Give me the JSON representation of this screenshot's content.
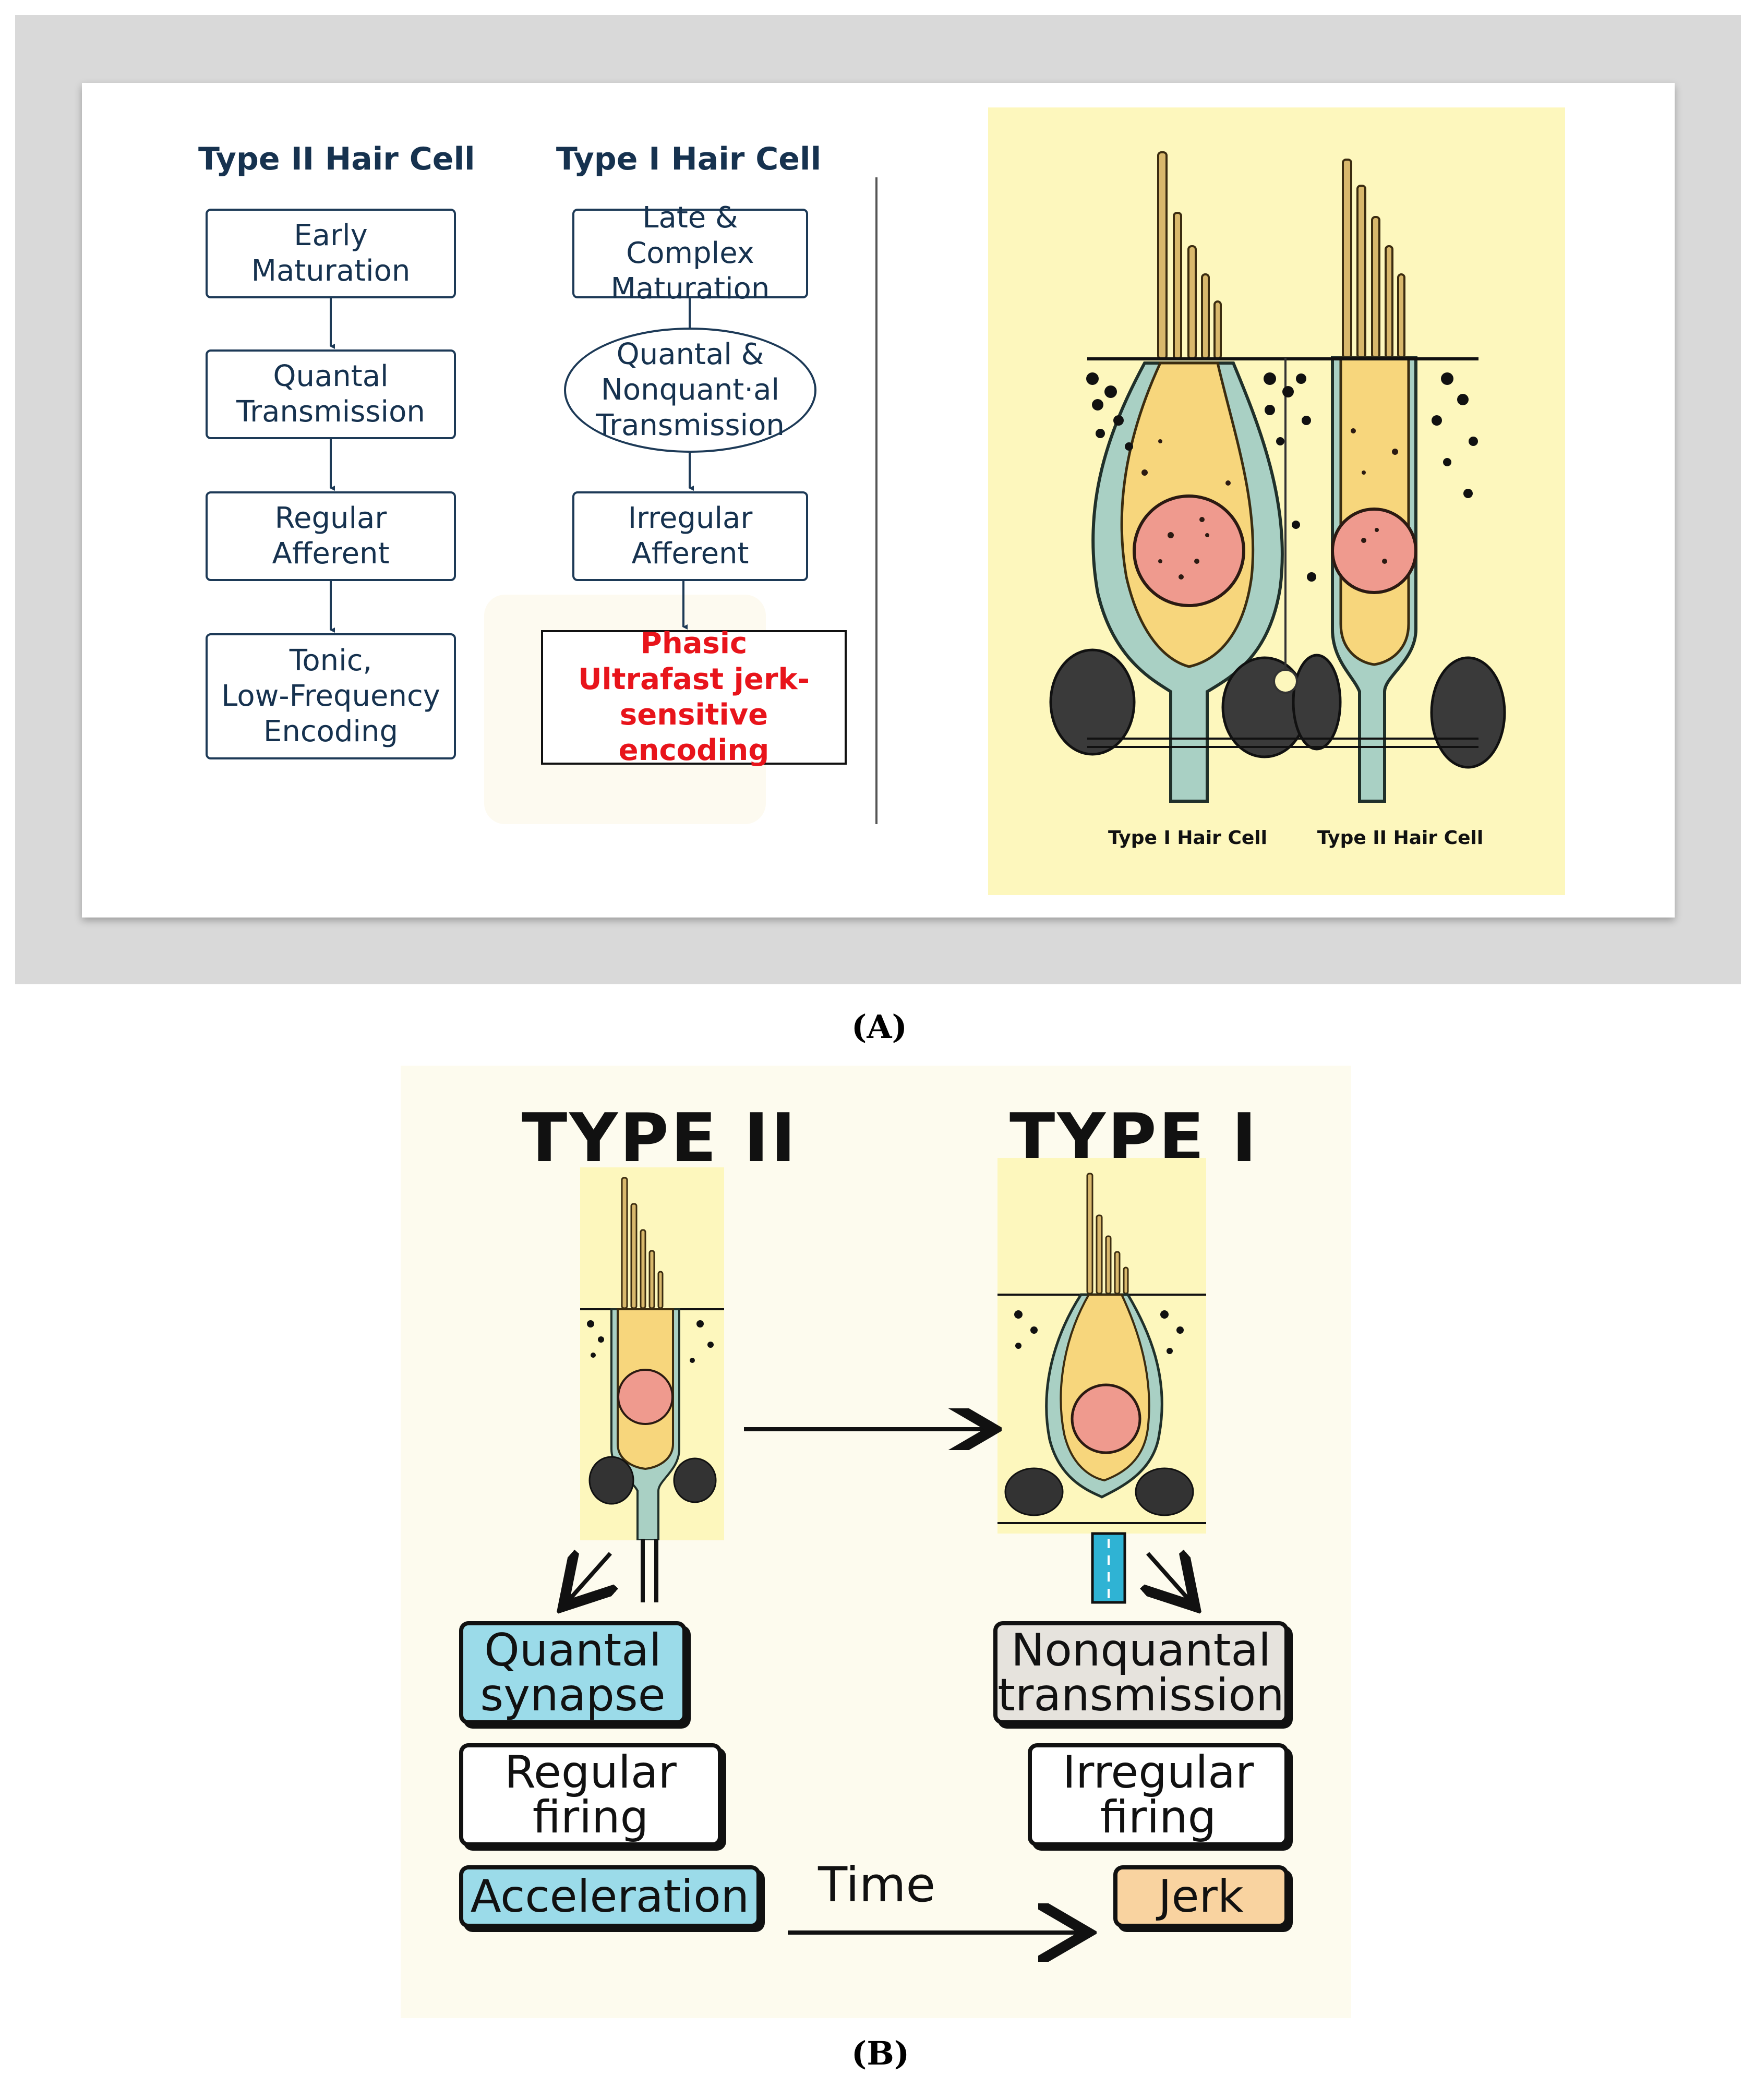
{
  "panel_a": {
    "left_column": {
      "title": "Type II Hair Cell",
      "boxes": [
        "Early\nMaturation",
        "Quantal\nTransmission",
        "Regular\nAfferent",
        "Tonic,\nLow-Frequency\nEncoding"
      ]
    },
    "right_column": {
      "title": "Type I Hair Cell",
      "boxes": [
        "Late & Complex\nMaturation",
        "Quantal &\nNonquant·al\nTransmission",
        "Irregular\nAfferent",
        "Phasic\nUltrafast jerk-\nsensitive encoding"
      ]
    },
    "illustration": {
      "label_type1": "Type I Hair Cell",
      "label_type2": "Type II Hair Cell"
    },
    "caption": "(A)"
  },
  "panel_b": {
    "title_type2": "TYPE II",
    "title_type1": "TYPE I",
    "left_boxes": [
      "Quantal\nsynapse",
      "Regular\nfiring",
      "Acceleration"
    ],
    "right_boxes": [
      "Nonquantal\ntransmission",
      "Irregular\nfiring",
      "Jerk"
    ],
    "time_label": "Time",
    "caption": "(B)"
  },
  "colors": {
    "flow_text": "#16324f",
    "highlight_red": "#e8141b",
    "illustration_bg": "#fdf7bd",
    "cytoplasm": "#f7d67c",
    "nucleus": "#ef9a8e",
    "calyx": "#a9d0c4",
    "quantal_box": "#9bdbe9",
    "nonquantal_box": "#e6e3dd",
    "jerk_box": "#f9d3a0"
  }
}
